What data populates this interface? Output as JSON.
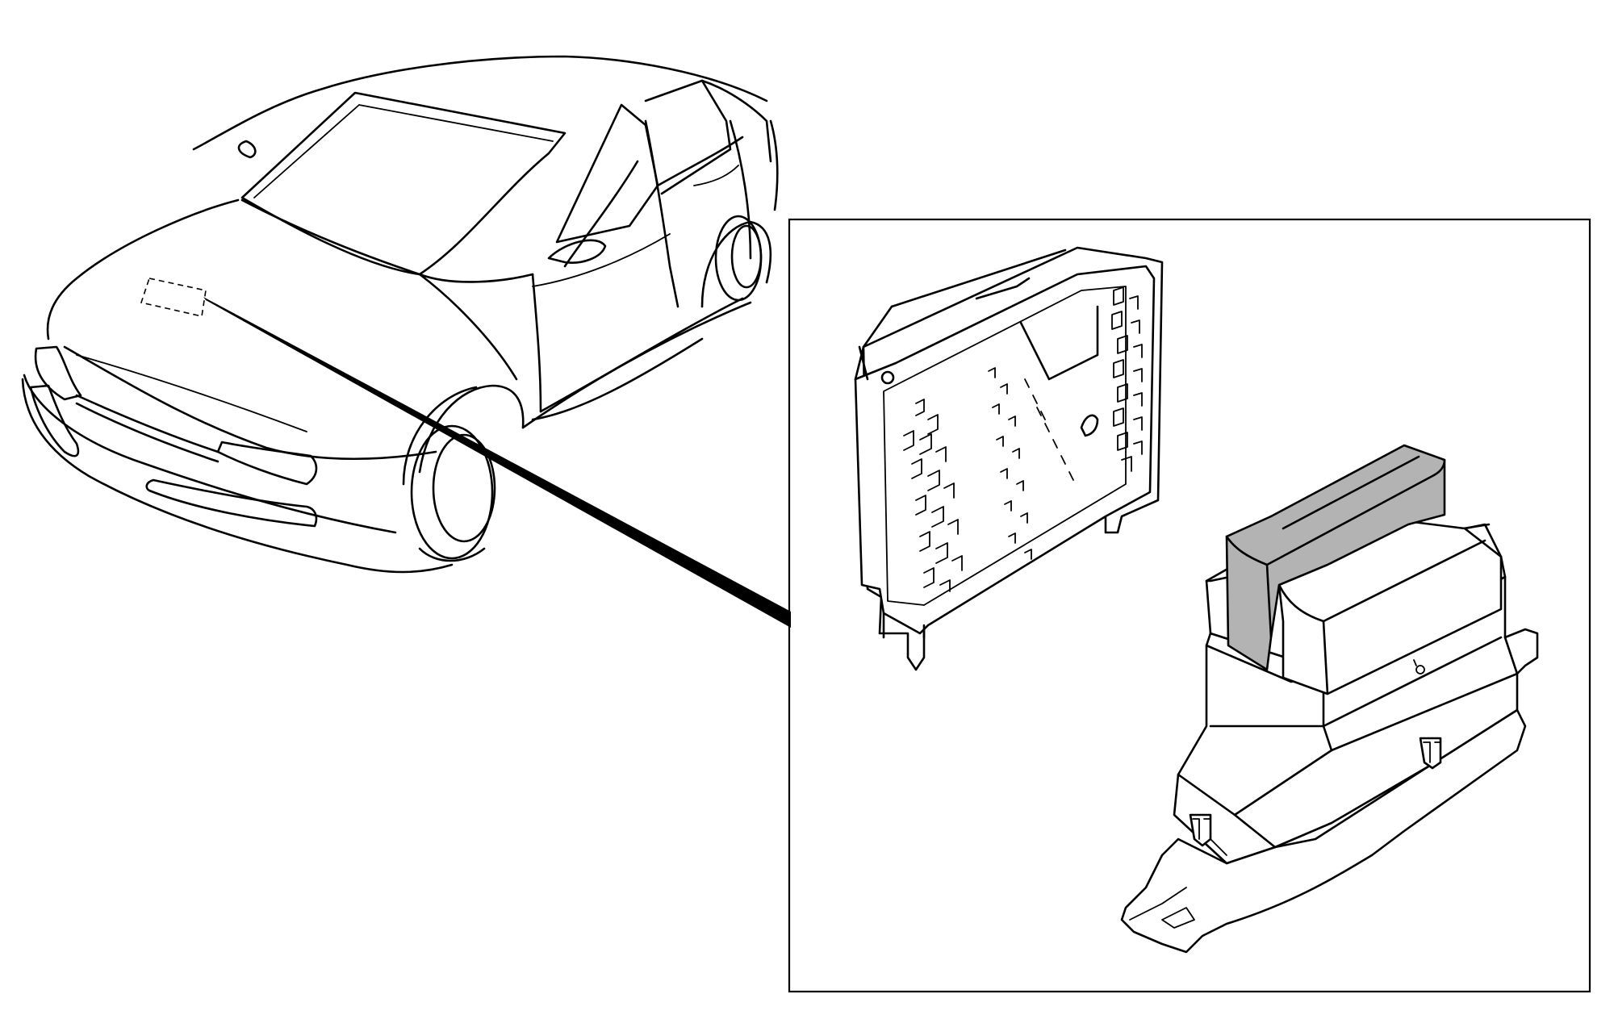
{
  "figure": {
    "components": [
      "vehicle-outline",
      "hood-location-marker",
      "leader-line",
      "detail-inset",
      "fuse-relay-box-cover",
      "fuse-relay-box",
      "highlighted-relay"
    ],
    "colors": {
      "line": "#000000",
      "background": "#ffffff",
      "highlight": "#b3b3b3"
    },
    "labels": []
  }
}
